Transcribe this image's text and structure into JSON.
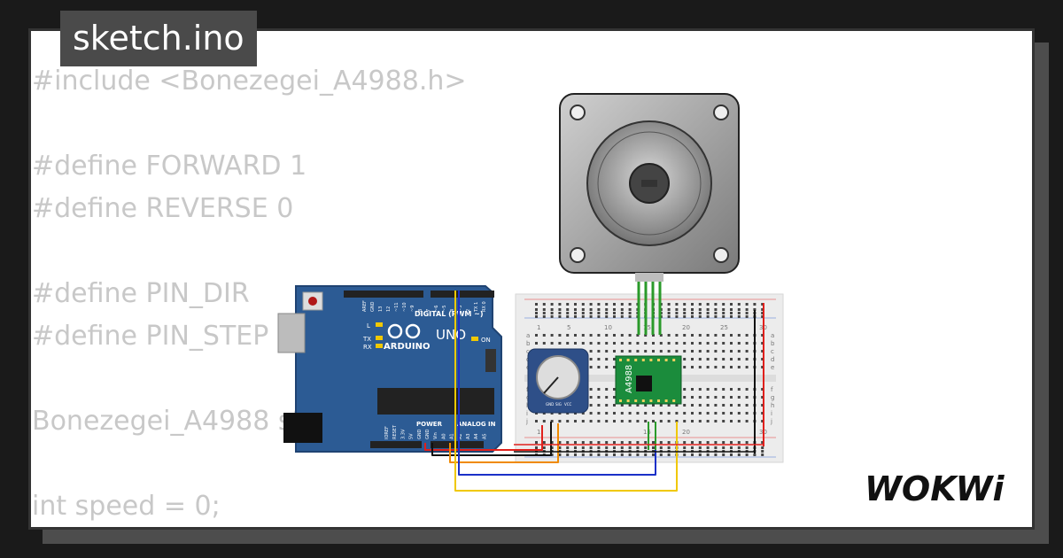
{
  "title": "sketch.ino",
  "code_lines": [
    "#include <Bonezegei_A4988.h>",
    "",
    "#define FORWARD 1",
    "#define REVERSE 0",
    "",
    "#define PIN_DIR",
    "#define PIN_STEP",
    "",
    "Bonezegei_A4988 stepper(PIN_DIR",
    "",
    "int speed = 0;"
  ],
  "board": {
    "brand": "ARDUINO",
    "model": "UNO",
    "digital_label": "DIGITAL (PWM ~)",
    "on_label": "ON",
    "l_label": "L",
    "tx_label": "TX",
    "rx_label": "RX",
    "power_label": "POWER",
    "analog_label": "ANALOG IN",
    "top_pins": [
      "AREF",
      "GND",
      "13",
      "12",
      "~11",
      "~10",
      "~9",
      "8",
      "7",
      "~6",
      "~5",
      "4",
      "~3",
      "2",
      "TX 1",
      "RX 0"
    ],
    "bottom_pins": [
      "IOREF",
      "RESET",
      "3.3V",
      "5V",
      "GND",
      "GND",
      "Vin",
      "A0",
      "A1",
      "A2",
      "A3",
      "A4",
      "A5"
    ]
  },
  "driver": {
    "label": "A4988"
  },
  "pot_pins": [
    "GND",
    "SIG",
    "VCC"
  ],
  "breadboard": {
    "col_numbers": [
      "1",
      "5",
      "10",
      "15",
      "20",
      "25",
      "30"
    ],
    "row_letters_top": [
      "a",
      "b",
      "c",
      "d",
      "e"
    ],
    "row_letters_bottom": [
      "f",
      "g",
      "h",
      "i",
      "j"
    ]
  },
  "logo": "WOKWi",
  "colors": {
    "board": "#2c5b94",
    "motor": "#9e9e9e",
    "driver": "#1b8c3c",
    "pot": "#2e4f88",
    "wire_red": "#e0201c",
    "wire_black": "#111111",
    "wire_yellow": "#f0c800",
    "wire_orange": "#f08a00",
    "wire_blue": "#1a30c8",
    "wire_green": "#2a9a2a"
  }
}
